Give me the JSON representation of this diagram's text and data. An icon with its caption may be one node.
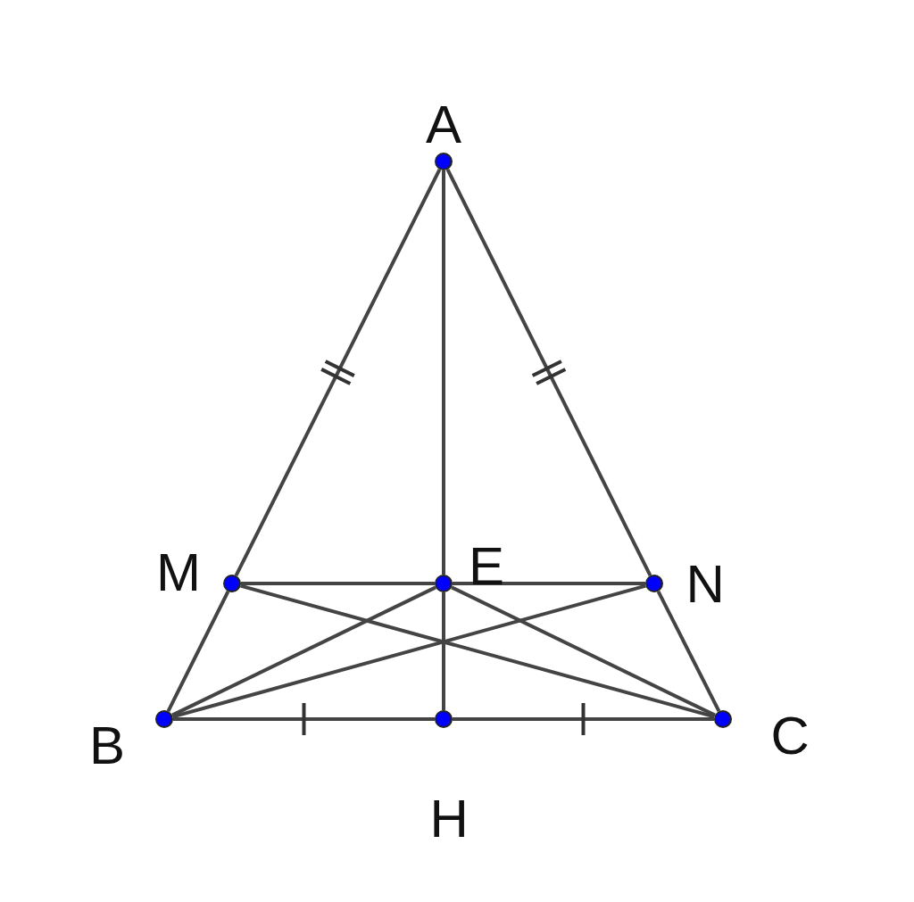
{
  "diagram": {
    "nodes": [
      {
        "text": [
          "A"
        ]
      },
      {
        "text": [
          "M"
        ]
      },
      {
        "text": [
          "E"
        ]
      },
      {
        "text": [
          "N"
        ]
      },
      {
        "text": [
          "B"
        ]
      },
      {
        "text": [
          "C"
        ]
      },
      {
        "text": [
          "H"
        ]
      }
    ],
    "edges": [
      {
        "from": 0,
        "to": 1,
        "arrow": "none"
      },
      {
        "from": 1,
        "to": 4,
        "arrow": "none"
      },
      {
        "from": 0,
        "to": 2,
        "arrow": "none"
      },
      {
        "from": 2,
        "to": 6,
        "arrow": "none"
      },
      {
        "from": 0,
        "to": 3,
        "arrow": "none"
      },
      {
        "from": 3,
        "to": 5,
        "arrow": "none"
      },
      {
        "from": 1,
        "to": 2,
        "arrow": "none"
      },
      {
        "from": 2,
        "to": 3,
        "arrow": "none"
      },
      {
        "from": 4,
        "to": 6,
        "arrow": "none"
      },
      {
        "from": 6,
        "to": 5,
        "arrow": "none"
      },
      {
        "from": 4,
        "to": 2,
        "arrow": "none"
      },
      {
        "from": 4,
        "to": 3,
        "arrow": "none"
      },
      {
        "from": 1,
        "to": 5,
        "arrow": "none"
      },
      {
        "from": 2,
        "to": 5,
        "arrow": "none"
      }
    ]
  }
}
